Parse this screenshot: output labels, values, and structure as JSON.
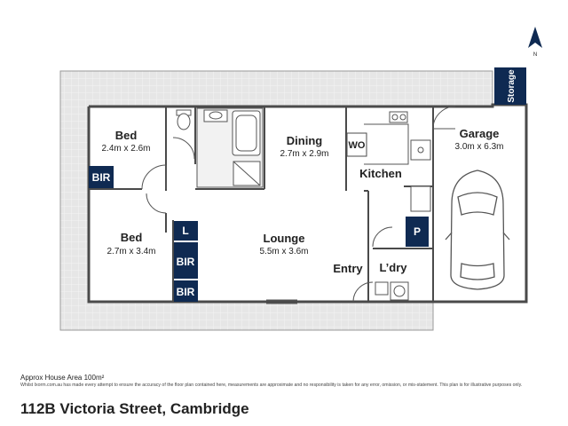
{
  "rooms": [
    {
      "id": "bed1",
      "name": "Bed",
      "size": "2.4m x 2.6m"
    },
    {
      "id": "bed2",
      "name": "Bed",
      "size": "2.7m x 3.4m"
    },
    {
      "id": "dining",
      "name": "Dining",
      "size": "2.7m x 2.9m"
    },
    {
      "id": "lounge",
      "name": "Lounge",
      "size": "5.5m x 3.6m"
    },
    {
      "id": "garage",
      "name": "Garage",
      "size": "3.0m x 6.3m"
    },
    {
      "id": "kitchen",
      "name": "Kitchen"
    },
    {
      "id": "laundry",
      "name": "L’dry"
    },
    {
      "id": "entry",
      "name": "Entry"
    }
  ],
  "tags": {
    "bir1": "BIR",
    "bir2": "BIR",
    "bir3": "BIR",
    "linen": "L",
    "pantry": "P",
    "wo": "WO",
    "storage": "Storage"
  },
  "compass": {
    "letter": "N"
  },
  "footer": {
    "area": "Approx House Area 100m²",
    "disclaimer": "Whilst Ixorm.com.au has made every attempt to ensure the accuracy of the floor plan contained here, measurements are approximate and no responsibility is taken for any error, omission, or mis-statement. This plan is for illustrative purposes only.",
    "address": "112B Victoria Street, Cambridge"
  },
  "colors": {
    "navy": "#0f2a52",
    "wall": "#4a4a4a",
    "outdoor": "#e6e6e6"
  }
}
